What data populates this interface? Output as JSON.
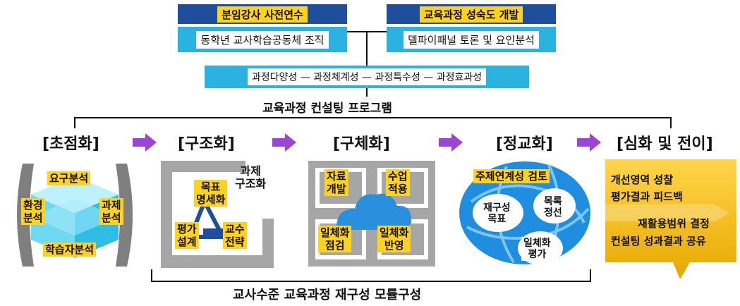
{
  "top_left": {
    "title": "분임강사 사전연수",
    "subtitle": "동학년 교사학습공동체 조직"
  },
  "top_right": {
    "title": "교육과정 성숙도 개발",
    "subtitle": "델파이패널 토론 및 요인분석"
  },
  "criteria_bar": "과정다양성 — 과정체계성 — 과정특수성 — 과정효과성",
  "program_title": "교육과정 컨설팅 프로그램",
  "stages": [
    {
      "label": "[초점화]"
    },
    {
      "label": "[구조화]"
    },
    {
      "label": "[구체화]"
    },
    {
      "label": "[정교화]"
    },
    {
      "label": "[심화 및 전이]"
    }
  ],
  "focus": {
    "top": "요구분석",
    "left": "환경\n분석",
    "right": "과제\n분석",
    "bottom": "학습자분석"
  },
  "structure": {
    "task": "과제\n구조화",
    "goal": "목표\n명세화",
    "eval": "평가\n설계",
    "teach": "교수\n전략"
  },
  "concrete": {
    "tl": "자료\n개발",
    "tr": "수업\n적용",
    "bl": "일체화\n점검",
    "br": "일체화\n반영"
  },
  "refine": {
    "top": "주제연계성 검토",
    "left": "재구성\n목표",
    "right": "목록\n정선",
    "bottom": "일체화\n평가"
  },
  "deepen": {
    "line1": "개선영역 성찰",
    "line2": "평가결과 피드백",
    "line3": "재활용범위 결정",
    "line4": "컨설팅 성과결과 공유"
  },
  "bottom_title": "교사수준 교육과정 재구성 모률구성",
  "colors": {
    "navy": "#1f4e9c",
    "cyan": "#2ab3e0",
    "yellow": "#ffd21f",
    "arrow": "#9b45d6",
    "gray": "#9c9c9c"
  }
}
